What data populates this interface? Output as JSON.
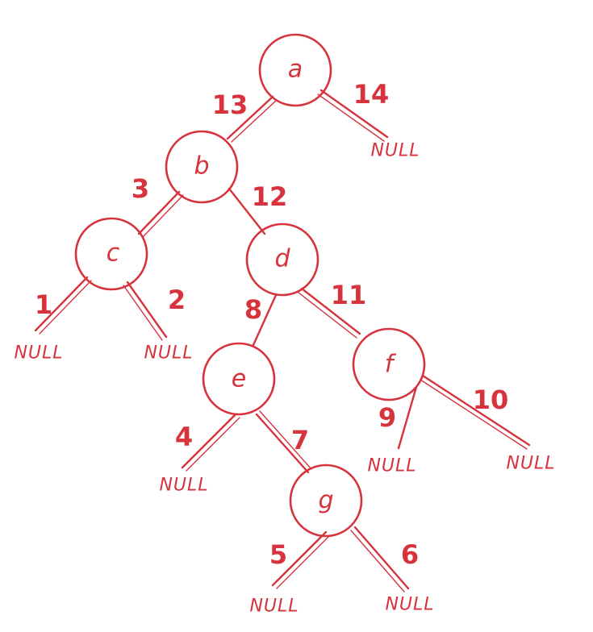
{
  "diagram": {
    "color": "#d7333c",
    "nodes": {
      "a": "a",
      "b": "b",
      "c": "c",
      "d": "d",
      "e": "e",
      "f": "f",
      "g": "g"
    },
    "null_label": "NULL",
    "edge_labels": {
      "a_b": "13",
      "a_null": "14",
      "b_c": "3",
      "b_d": "12",
      "c_null_left": "1",
      "c_null_right": "2",
      "d_e": "8",
      "d_f": "11",
      "e_null": "4",
      "e_g": "7",
      "f_null_left": "9",
      "f_null_right": "10",
      "g_null_left": "5",
      "g_null_right": "6"
    }
  }
}
